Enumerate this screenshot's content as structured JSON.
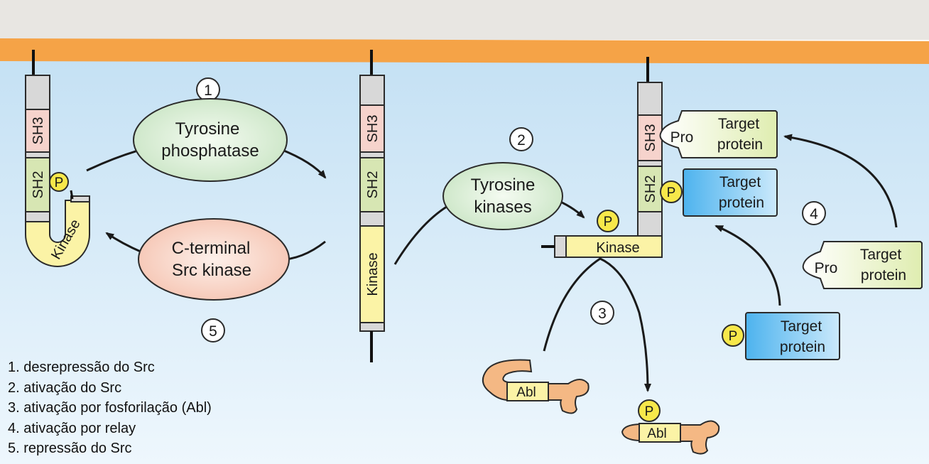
{
  "labels": {
    "sh3": "SH3",
    "sh2": "SH2",
    "kinase": "Kinase",
    "p": "P",
    "abl": "Abl",
    "pro": "Pro",
    "target_line1": "Target",
    "target_line2": "protein"
  },
  "enzymes": {
    "tyrosine_phosphatase": [
      "Tyrosine",
      "phosphatase"
    ],
    "c_terminal_src_kinase": [
      "C-terminal",
      "Src kinase"
    ],
    "tyrosine_kinases": [
      "Tyrosine",
      "kinases"
    ]
  },
  "steps": [
    "1",
    "2",
    "3",
    "4",
    "5"
  ],
  "legend": [
    "1. desrepressão do Src",
    "2. ativação do Src",
    "3. ativação por fosforilação (Abl)",
    "4. ativação por relay",
    "5. repressão do Src"
  ],
  "colors": {
    "membrane": "#f5a347",
    "background_top": "#c7e2f4",
    "background_bottom": "#eaf5fc",
    "sh3": "#f6d3cc",
    "sh2": "#d7e6b3",
    "kinase": "#fbf3a6",
    "phosphate": "#f7e84a",
    "phosphatase": "#dff0dc",
    "csk": "#f9d8cc",
    "abl": "#f4b884",
    "target_green": "#eff6cf",
    "target_blue": "#7cc3ef"
  }
}
